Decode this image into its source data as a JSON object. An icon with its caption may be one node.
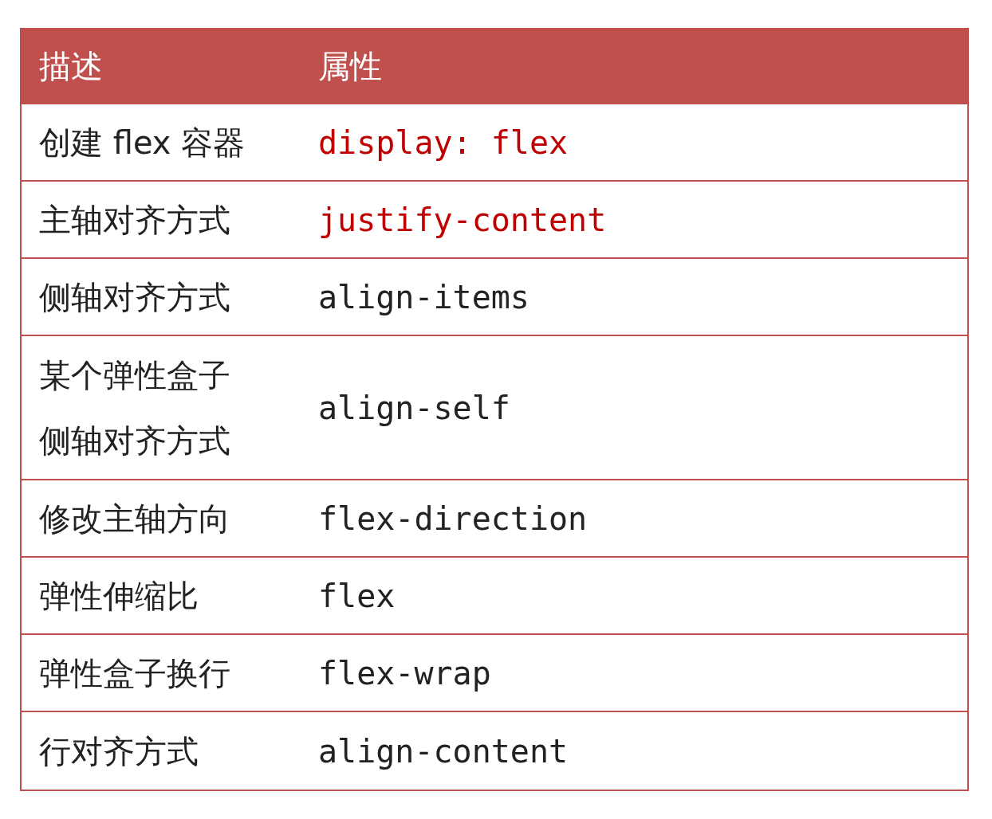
{
  "diagram": {
    "labels": [
      "描述",
      "属性",
      "创建 flex 容器",
      "display: flex",
      "主轴对齐方式",
      "justify-content",
      "侧轴对齐方式",
      "align-items",
      "某个弹性盒子侧轴对齐方式",
      "align-self",
      "修改主轴方向",
      "flex-direction",
      "弹性伸缩比",
      "flex",
      "弹性盒子换行",
      "flex-wrap",
      "行对齐方式",
      "align-content"
    ]
  }
}
